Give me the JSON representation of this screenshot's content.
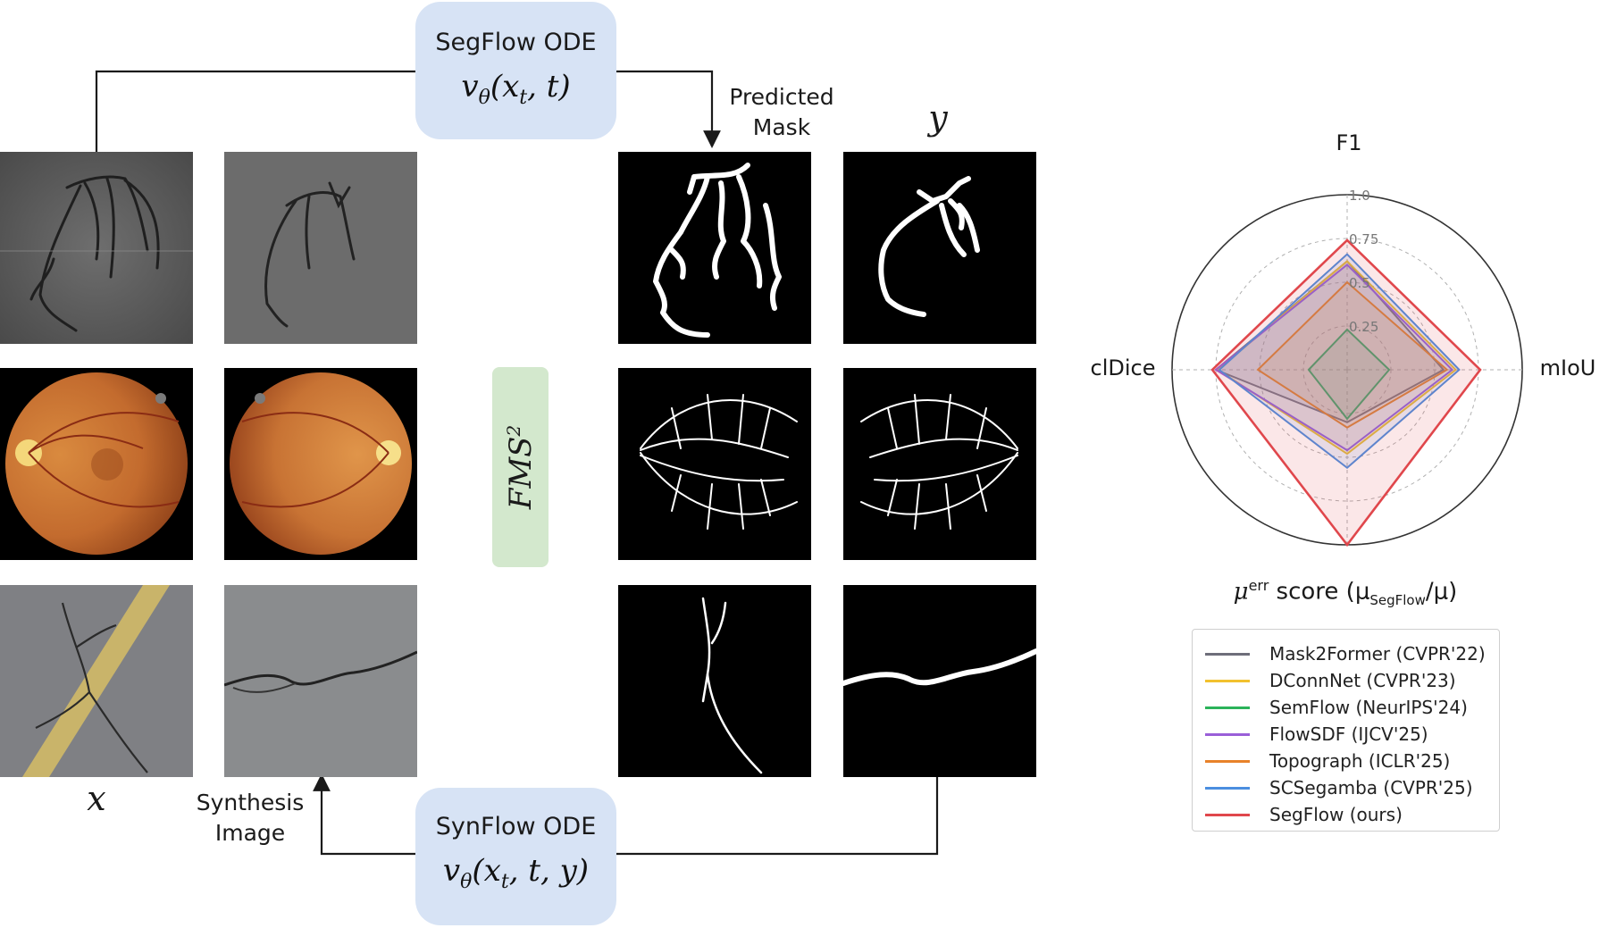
{
  "segflow_box": {
    "title": "SegFlow ODE",
    "eq_main": "v",
    "eq_sub": "θ",
    "eq_args": "(x",
    "eq_args_sub": "t",
    "eq_args_tail": ", t)"
  },
  "synflow_box": {
    "title": "SynFlow ODE",
    "eq_main": "v",
    "eq_sub": "θ",
    "eq_args": "(x",
    "eq_args_sub": "t",
    "eq_args_tail": ", t, y)"
  },
  "labels": {
    "predicted_mask_line1": "Predicted",
    "predicted_mask_line2": "Mask",
    "y_symbol": "y",
    "x_symbol": "x",
    "synthesis_line1": "Synthesis",
    "synthesis_line2": "Image",
    "fms_main": "FMS",
    "fms_sup": "2"
  },
  "colors": {
    "ode_box": "#d7e3f5",
    "fms_box": "#d3e8cd",
    "arrow": "#1a1a1a"
  },
  "chart_data": {
    "type": "radar",
    "axes": [
      "F1",
      "mIoU",
      "μerr score (μSegFlow/μ)",
      "clDice"
    ],
    "axis_label_f1": "F1",
    "axis_label_miou": "mIoU",
    "axis_label_cldice": "clDice",
    "axis_label_muerr_main": "μ",
    "axis_label_muerr_sup": "err",
    "axis_label_muerr_mid": " score (μ",
    "axis_label_muerr_sub": "SegFlow",
    "axis_label_muerr_tail": "/μ)",
    "rlim": [
      0,
      1.0
    ],
    "ticks": [
      0.25,
      0.5,
      0.75,
      1.0
    ],
    "tick_labels": [
      "0.25",
      "0.5",
      "0.75",
      "1.0"
    ],
    "grid": true,
    "legend_position": "bottom",
    "series": [
      {
        "name": "Mask2Former (CVPR'22)",
        "color": "#6e6e7a",
        "values": [
          0.62,
          0.55,
          0.3,
          0.75
        ]
      },
      {
        "name": "DConnNet (CVPR'23)",
        "color": "#f2c12e",
        "values": [
          0.62,
          0.62,
          0.48,
          0.74
        ]
      },
      {
        "name": "SemFlow (NeurIPS'24)",
        "color": "#2bb35a",
        "values": [
          0.23,
          0.24,
          0.28,
          0.22
        ]
      },
      {
        "name": "FlowSDF (IJCV'25)",
        "color": "#9a5fd8",
        "values": [
          0.6,
          0.6,
          0.46,
          0.75
        ]
      },
      {
        "name": "Topograph (ICLR'25)",
        "color": "#e8822a",
        "values": [
          0.5,
          0.57,
          0.33,
          0.51
        ]
      },
      {
        "name": "SCSegamba (CVPR'25)",
        "color": "#4b8ee0",
        "values": [
          0.66,
          0.64,
          0.56,
          0.73
        ]
      },
      {
        "name": "SegFlow (ours)",
        "color": "#e0474c",
        "values": [
          0.74,
          0.76,
          1.0,
          0.77
        ]
      }
    ]
  }
}
